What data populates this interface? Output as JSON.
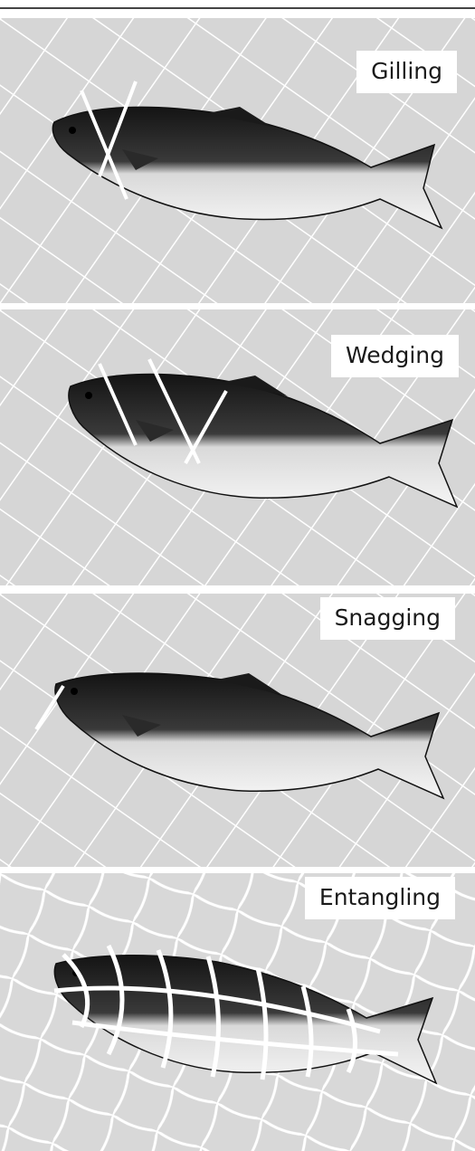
{
  "figure": {
    "panels": [
      {
        "id": "gilling",
        "label": "Gilling"
      },
      {
        "id": "wedging",
        "label": "Wedging"
      },
      {
        "id": "snagging",
        "label": "Snagging"
      },
      {
        "id": "entangling",
        "label": "Entangling"
      }
    ]
  },
  "colors": {
    "mesh_fill": "#d8d8d8",
    "mesh_line": "#ffffff",
    "fish_back": "#1c1c1c",
    "fish_belly": "#f4f4f4"
  }
}
